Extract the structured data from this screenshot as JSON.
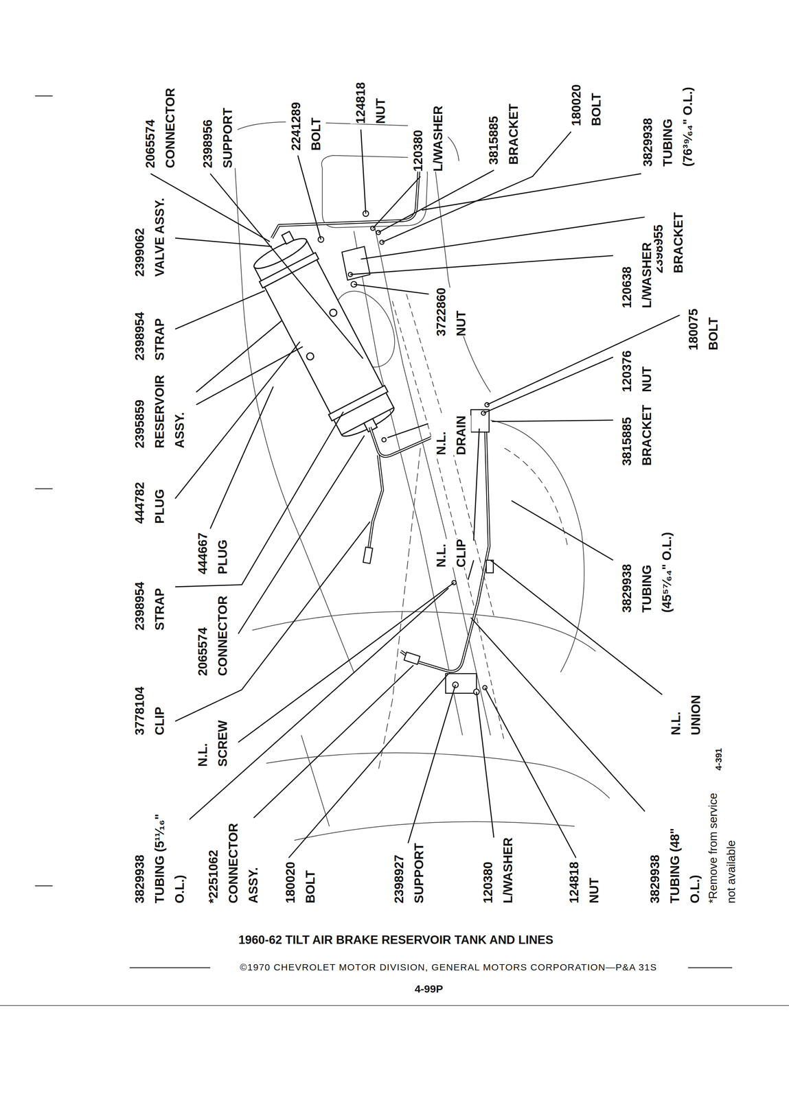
{
  "diagram": {
    "title": "1960-62 TILT AIR BRAKE RESERVOIR TANK AND LINES",
    "labels": [
      "2065574 CONNECTOR",
      "2398956 SUPPORT",
      "2241289 BOLT",
      "124818 NUT",
      "120380 L/WASHER",
      "3815885 BRACKET",
      "180020 BOLT",
      "3829938 TUBING (76³⁹⁄₆₄\" O.L.)",
      "2399062 VALVE ASSY.",
      "2398954 STRAP",
      "2395859 RESERVOIR ASSY.",
      "444782 PLUG",
      "444667 PLUG",
      "2398954 STRAP",
      "2065574 CONNECTOR",
      "3778104 CLIP",
      "N.L. SCREW",
      "3829938 TUBING (5¹¹⁄₁₆\" O.L.)",
      "*2251062 CONNECTOR ASSY.",
      "180020 BOLT",
      "2398927 SUPPORT",
      "120380 L/WASHER",
      "124818 NUT",
      "3829938 TUBING (48\" O.L.)",
      "2398955 BRACKET",
      "120638 L/WASHER",
      "3722860 NUT",
      "180075 BOLT",
      "120376 NUT",
      "3815885 BRACKET",
      "N.L. DRAIN",
      "N.L. CLIP",
      "3829938 TUBING (45⁵⁷⁄₆₄\" O.L.)",
      "N.L. UNION",
      "*Remove from service not available",
      "4-391",
      "©1970 CHEVROLET MOTOR DIVISION, GENERAL MOTORS CORPORATION—P&A 31S",
      "4-99P"
    ]
  }
}
